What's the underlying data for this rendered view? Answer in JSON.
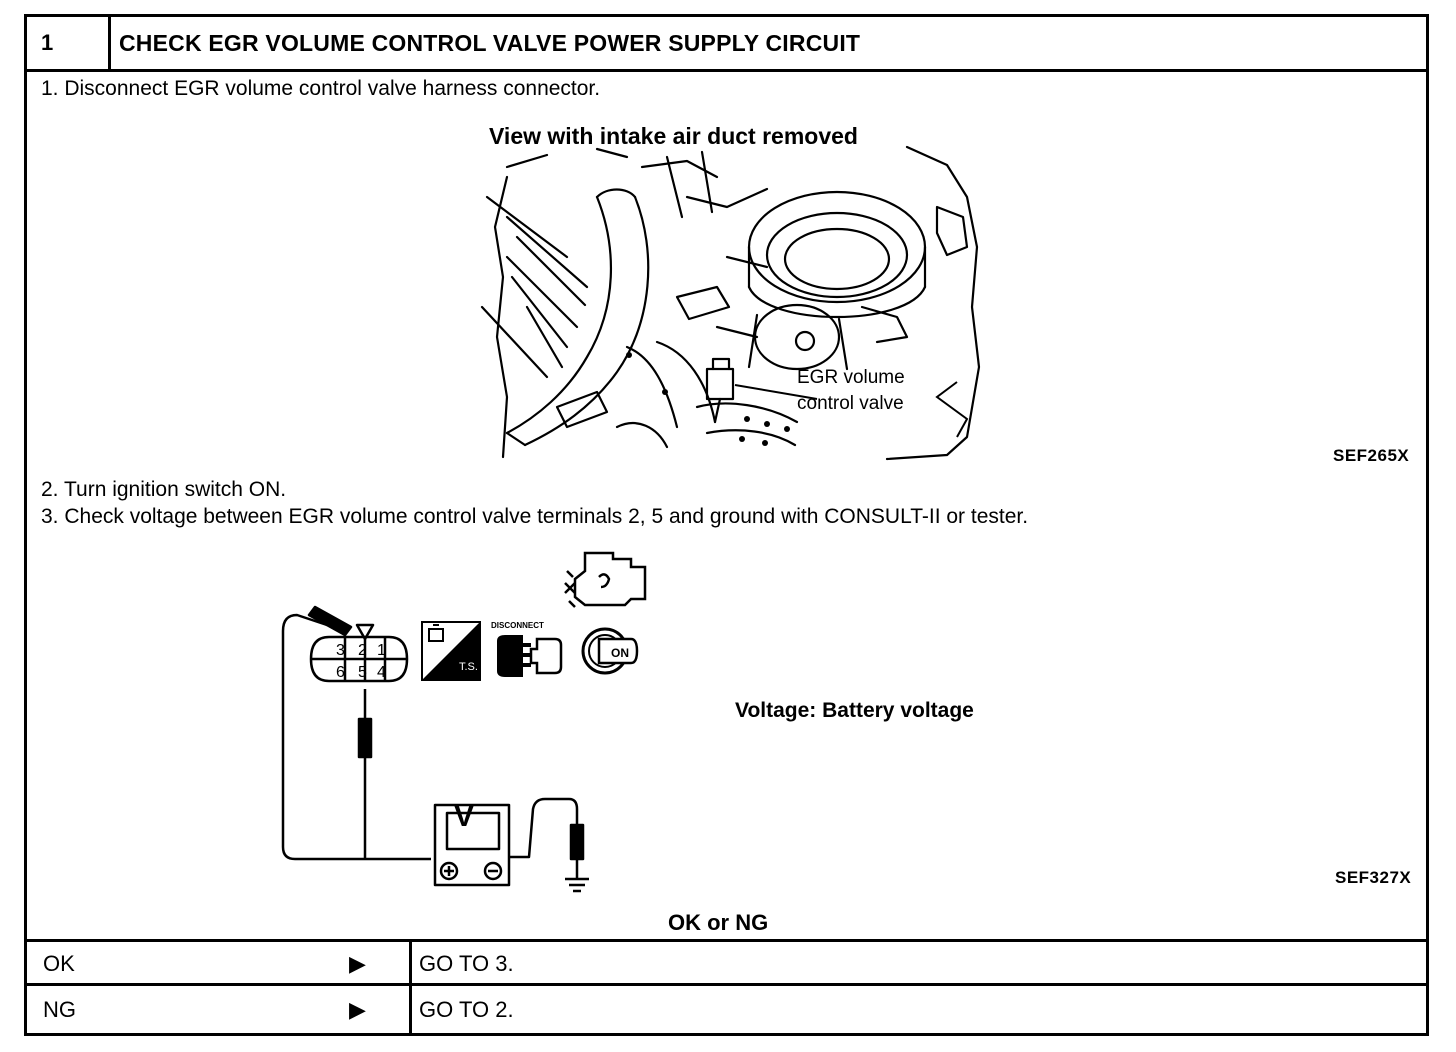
{
  "header": {
    "step_number": "1",
    "title": "CHECK EGR VOLUME CONTROL VALVE POWER SUPPLY CIRCUIT"
  },
  "steps": [
    "1.  Disconnect EGR volume control valve harness connector.",
    "2.  Turn ignition switch ON.",
    "3.  Check voltage between EGR volume control valve terminals 2, 5 and ground with CONSULT-II or tester."
  ],
  "figure1": {
    "title": "View with intake air duct removed",
    "callout_line1": "EGR volume",
    "callout_line2": "control valve",
    "code": "SEF265X"
  },
  "figure2": {
    "connector_terminals_top": [
      "3",
      "2",
      "1"
    ],
    "connector_terminals_bottom": [
      "6",
      "5",
      "4"
    ],
    "ts_label": "T.S.",
    "disconnect_label": "DISCONNECT",
    "ignition_label": "ON",
    "meter_label": "V",
    "voltage_note": "Voltage: Battery voltage",
    "code": "SEF327X"
  },
  "result_prompt": "OK or NG",
  "results": [
    {
      "label": "OK",
      "arrow": "▶",
      "action": "GO TO 3."
    },
    {
      "label": "NG",
      "arrow": "▶",
      "action": "GO TO 2."
    }
  ]
}
